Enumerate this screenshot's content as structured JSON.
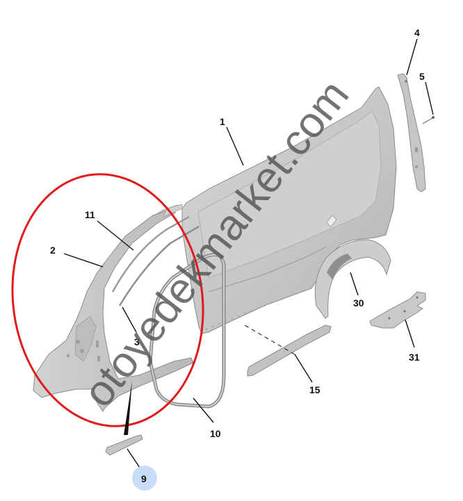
{
  "diagram": {
    "title": "Side body panel exploded parts view",
    "background": "#ffffff",
    "watermark": "otoyedekmarket.com",
    "highlight": {
      "shape": "ellipse",
      "color": "#e01b1b",
      "label": "highlighted region around parts 2, 3, 11"
    },
    "selected_callout": {
      "number": "9",
      "badge_color": "#c9dcf7"
    },
    "callouts": [
      {
        "number": "1",
        "part": "rear side body panel"
      },
      {
        "number": "2",
        "part": "front pillar / A-pillar side frame"
      },
      {
        "number": "3",
        "part": "door opening seal strip"
      },
      {
        "number": "4",
        "part": "rear pillar reinforcement"
      },
      {
        "number": "5",
        "part": "fastener / pin"
      },
      {
        "number": "9",
        "part": "sill trim plate"
      },
      {
        "number": "10",
        "part": "door frame weatherstrip"
      },
      {
        "number": "11",
        "part": "roof rail molding"
      },
      {
        "number": "15",
        "part": "side sill molding"
      },
      {
        "number": "30",
        "part": "wheel arch liner"
      },
      {
        "number": "31",
        "part": "underbody shield bracket"
      }
    ],
    "colors": {
      "panel": "#c8c8c8",
      "panel_dark": "#a8a8a8",
      "outline": "#8a8a8a",
      "leader": "#111111",
      "highlight_ring": "#e01b1b",
      "badge": "#c9dcf7"
    }
  }
}
